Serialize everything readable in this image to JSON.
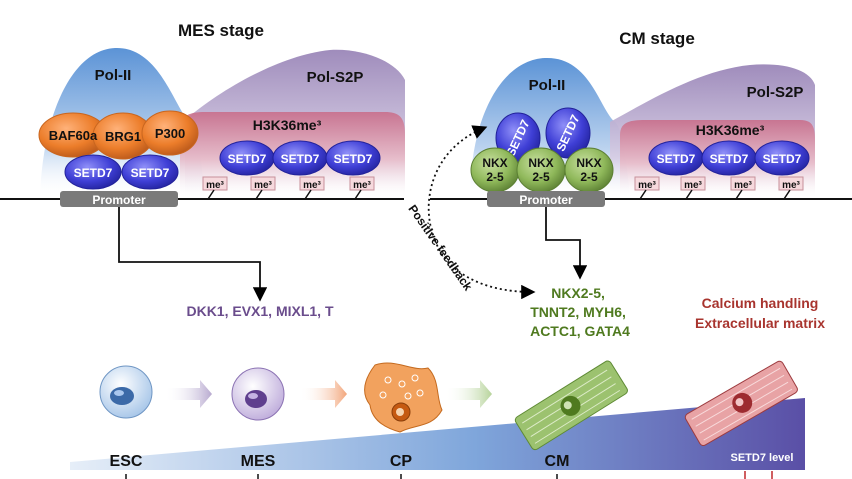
{
  "panels": {
    "mes": {
      "title": "MES stage",
      "pol2": "Pol-II",
      "pols2p": "Pol-S2P",
      "h3k36": "H3K36me³",
      "complex": [
        "BAF60a",
        "BRG1",
        "P300"
      ],
      "setd7_promoter": [
        "SETD7",
        "SETD7"
      ],
      "setd7_body": [
        "SETD7",
        "SETD7",
        "SETD7"
      ],
      "me3": [
        "me³",
        "me³",
        "me³",
        "me³"
      ],
      "promoter": "Promoter",
      "targets": "DKK1, EVX1, MIXL1, T"
    },
    "cm": {
      "title": "CM stage",
      "pol2": "Pol-II",
      "pols2p": "Pol-S2P",
      "h3k36": "H3K36me³",
      "setd7_top": [
        "SETD7",
        "SETD7"
      ],
      "nkx": [
        "NKX\n2-5",
        "NKX\n2-5",
        "NKX\n2-5"
      ],
      "setd7_body": [
        "SETD7",
        "SETD7",
        "SETD7"
      ],
      "me3": [
        "me³",
        "me³",
        "me³",
        "me³"
      ],
      "promoter": "Promoter",
      "targets": [
        "NKX2-5,",
        "TNNT2, MYH6,",
        "ACTC1, GATA4"
      ]
    }
  },
  "feedback_label": "Positive feedback",
  "late_functions": [
    "Calcium handling",
    "Extracellular matrix"
  ],
  "stages": [
    "ESC",
    "MES",
    "CP",
    "CM"
  ],
  "setd7_level_label": "SETD7 level",
  "colors": {
    "orange": "#ec7d2a",
    "setd7_blue": "#3f3fd6",
    "nkx_green": "#7fa84a",
    "promoter_gray": "#7a7a7a",
    "mes_target": "#6a4c8c",
    "cm_target": "#4f7a1f",
    "late_red": "#a8342e"
  }
}
